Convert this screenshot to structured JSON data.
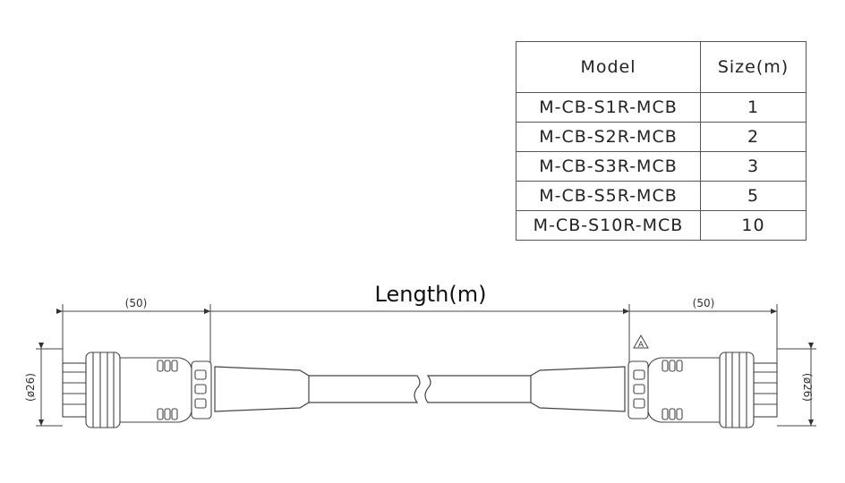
{
  "table": {
    "headers": [
      "Model",
      "Size(m)"
    ],
    "rows": [
      {
        "model": "M-CB-S1R-MCB",
        "size": "1"
      },
      {
        "model": "M-CB-S2R-MCB",
        "size": "2"
      },
      {
        "model": "M-CB-S3R-MCB",
        "size": "3"
      },
      {
        "model": "M-CB-S5R-MCB",
        "size": "5"
      },
      {
        "model": "M-CB-S10R-MCB",
        "size": "10"
      }
    ]
  },
  "drawing": {
    "length_label": "Length(m)",
    "left_dim": "(50)",
    "right_dim": "(50)",
    "left_diameter": "(ø26)",
    "right_diameter": "(ø26)",
    "marker_symbol": "A"
  }
}
